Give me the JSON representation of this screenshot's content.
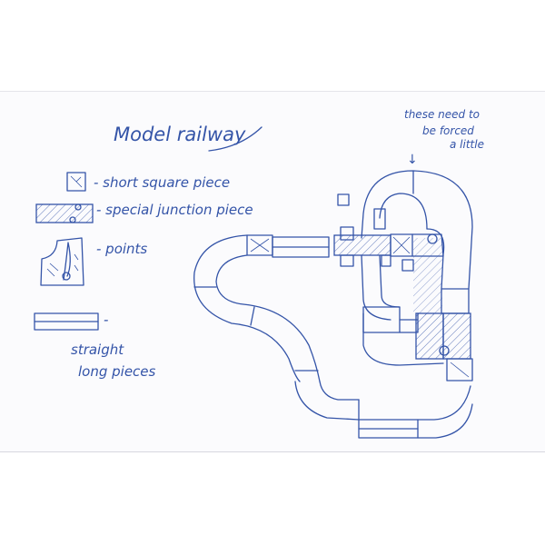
{
  "title": "Model railway",
  "legend": [
    {
      "symbol": "short-square-piece",
      "label": "- short square piece"
    },
    {
      "symbol": "special-junction-piece",
      "label": "- special junction piece"
    },
    {
      "symbol": "points",
      "label": "- points"
    },
    {
      "symbol": "straight-long-piece",
      "label": "-",
      "label_line2": "straight",
      "label_line3": "long pieces"
    }
  ],
  "annotation": {
    "line1": "these need to",
    "line2": "be forced",
    "line3": "a little",
    "arrow": "↓"
  },
  "colors": {
    "ink": "#3454a8",
    "paper": "#fbfbfd"
  }
}
